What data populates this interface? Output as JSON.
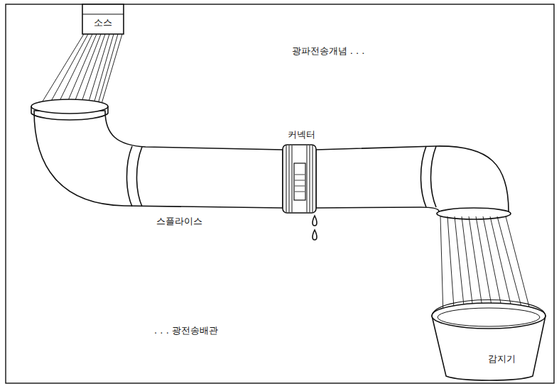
{
  "diagram": {
    "labels": [
      "소스",
      "광파전송개념 . . .",
      "커넥터",
      "스플라이스",
      ". . . 광전송배관",
      "감지기"
    ]
  }
}
